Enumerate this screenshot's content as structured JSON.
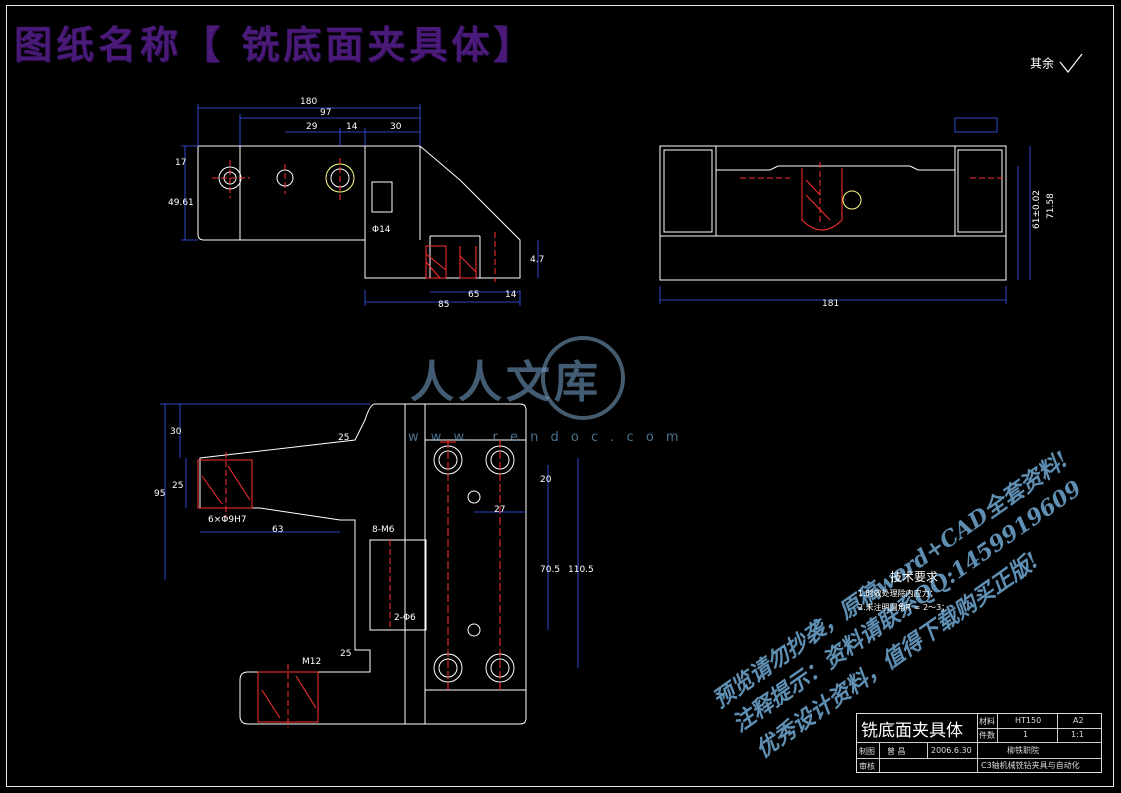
{
  "banner_title": "图纸名称【 铣底面夹具体】",
  "roughness_note": "其余",
  "watermark": {
    "logo_text": "人人文库",
    "url": "w w w . r e n d o c . c o m",
    "lines": [
      "预览请勿抄袭，原稿word+CAD全套资料!",
      "注释提示：资料请联系QQ:1459919609",
      "优秀设计资料，值得下载购买正版!"
    ]
  },
  "technical_requirements": {
    "title": "技术要求",
    "items": [
      "1.时效处理除内应力；",
      "2.未注明圆角R = 2～3；"
    ]
  },
  "title_block": {
    "name": "铣底面夹具体",
    "material_label": "材料",
    "material": "HT150",
    "sheet_size": "A2",
    "qty_label": "件数",
    "qty": "1",
    "scale": "1:1",
    "drawn_label": "制图",
    "drawer": "曾  昌",
    "date": "2006.6.30",
    "check_label": "审核",
    "school": "柳铁职院",
    "project": "C3轴机械铣钻夹具与自动化"
  },
  "dimensions": {
    "top_view": [
      "180",
      "97",
      "29",
      "14",
      "30",
      "17",
      "49.61",
      "85",
      "65",
      "14",
      "4.7",
      "Φ14"
    ],
    "side_view": [
      "181",
      "61±0.02",
      "71.58"
    ],
    "plan_view": [
      "30",
      "25",
      "95",
      "25",
      "6×Φ9H7",
      "63",
      "20",
      "27",
      "70.5",
      "110.5",
      "25",
      "M12",
      "8-M6",
      "2-Φ6"
    ]
  },
  "colors": {
    "outline": "#ffffff",
    "dimension": "#3a5cff",
    "centerline": "#ff3030",
    "section": "#ff3030",
    "banner": "#4a1a78",
    "watermark": "#6aa0c8"
  }
}
